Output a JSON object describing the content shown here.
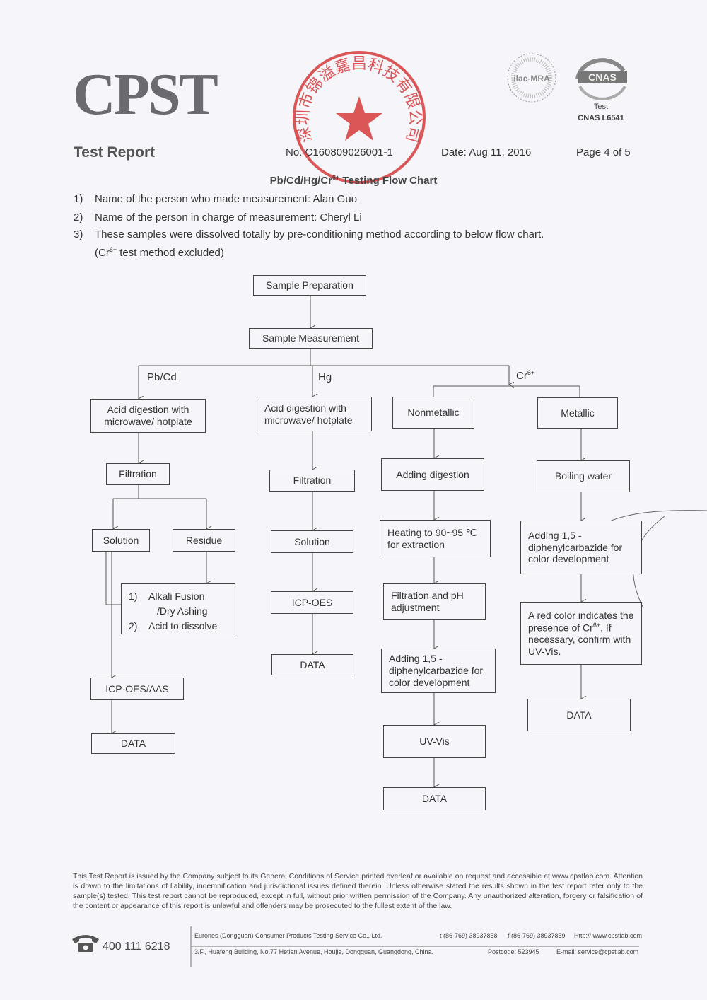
{
  "header": {
    "logo": "CPST",
    "report_title": "Test Report",
    "report_no": "No. C160809026001-1",
    "date": "Date: Aug 11, 2016",
    "page": "Page 4 of 5",
    "cnas_test": "Test",
    "cnas_code": "CNAS L6541",
    "ilac_mark": "ilac-MRA",
    "cnas_mark": "CNAS"
  },
  "subtitle": {
    "prefix": "Pb/Cd/Hg/Cr",
    "sup": "6+",
    "suffix": " Testing Flow Chart"
  },
  "intro": [
    {
      "n": "1)",
      "text": "Name of the person who made measurement: Alan Guo"
    },
    {
      "n": "2)",
      "text": "Name of the person in charge of measurement: Cheryl Li"
    },
    {
      "n": "3)",
      "text": "These samples were dissolved totally by pre-conditioning method according to below flow chart."
    }
  ],
  "intro_note": {
    "prefix": "(Cr",
    "sup": "6+",
    "suffix": " test method excluded)"
  },
  "flow": {
    "sample_prep": "Sample Preparation",
    "sample_meas": "Sample Measurement",
    "branch_pbcd": "Pb/Cd",
    "branch_hg": "Hg",
    "branch_cr_prefix": "Cr",
    "branch_cr_sup": "6+",
    "pbcd": {
      "acid": "Acid digestion with microwave/ hotplate",
      "filtration": "Filtration",
      "solution": "Solution",
      "residue": "Residue",
      "alkali_1n": "1)",
      "alkali_1": "Alkali Fusion",
      "alkali_1b": "/Dry Ashing",
      "alkali_2n": "2)",
      "alkali_2": "Acid to dissolve",
      "icp": "ICP-OES/AAS",
      "data": "DATA"
    },
    "hg": {
      "acid": "Acid digestion with microwave/ hotplate",
      "filtration": "Filtration",
      "solution": "Solution",
      "icp": "ICP-OES",
      "data": "DATA"
    },
    "nonmetallic": {
      "title": "Nonmetallic",
      "adding": "Adding digestion",
      "heating": "Heating to 90~95 ℃ for extraction",
      "filtration": "Filtration and pH adjustment",
      "adding_dpc": "Adding 1,5 -diphenylcarbazide for color development",
      "uvvis": "UV-Vis",
      "data": "DATA"
    },
    "metallic": {
      "title": "Metallic",
      "boiling": "Boiling water",
      "adding_dpc": "Adding 1,5 -diphenylcarbazide for color development",
      "red_prefix": "A red color indicates the presence of Cr",
      "red_sup": "6+",
      "red_suffix": ". If necessary, confirm with UV-Vis.",
      "data": "DATA"
    }
  },
  "footer": {
    "disclaimer": "This Test Report is issued by the Company subject to its General Conditions of Service printed overleaf or available on request and accessible at www.cpstlab.com. Attention is drawn to the limitations of liability, indemnification and jurisdictional issues defined therein. Unless otherwise stated the results shown in the test report refer only to the sample(s) tested. This test report cannot be reproduced, except in full, without prior written permission of the Company. Any unauthorized alteration, forgery or falsification of the content or appearance of this report is unlawful and offenders may be prosecuted to the fullest extent of the law.",
    "phone": "400 111 6218",
    "company": "Eurones (Dongguan) Consumer Products Testing Service Co., Ltd.",
    "tel": "t (86-769) 38937858",
    "fax": "f (86-769) 38937859",
    "web": "Http:// www.cpstlab.com",
    "address": "3/F., Huafeng Building, No.77 Hetian Avenue, Houjie, Dongguan, Guangdong, China.",
    "postcode": "Postcode: 523945",
    "email": "E-mail: service@cpstlab.com"
  },
  "stamp": {
    "text": "深圳市锦溢嘉昌科技有限公司"
  },
  "colors": {
    "stamp": "#d63a3a",
    "text": "#333333",
    "background": "#f6f5fa"
  }
}
